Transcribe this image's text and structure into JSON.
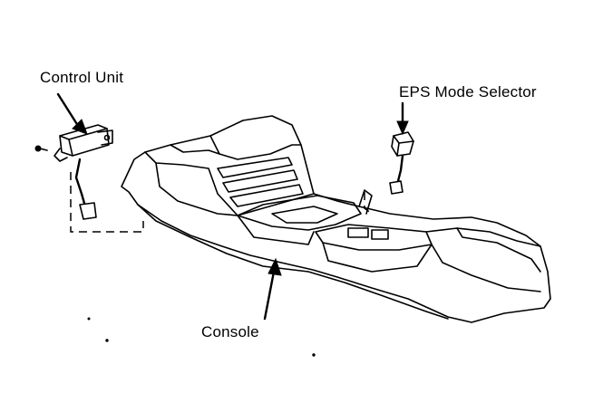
{
  "labels": {
    "control_unit": "Control Unit",
    "eps_mode_selector": "EPS Mode Selector",
    "console": "Console"
  }
}
